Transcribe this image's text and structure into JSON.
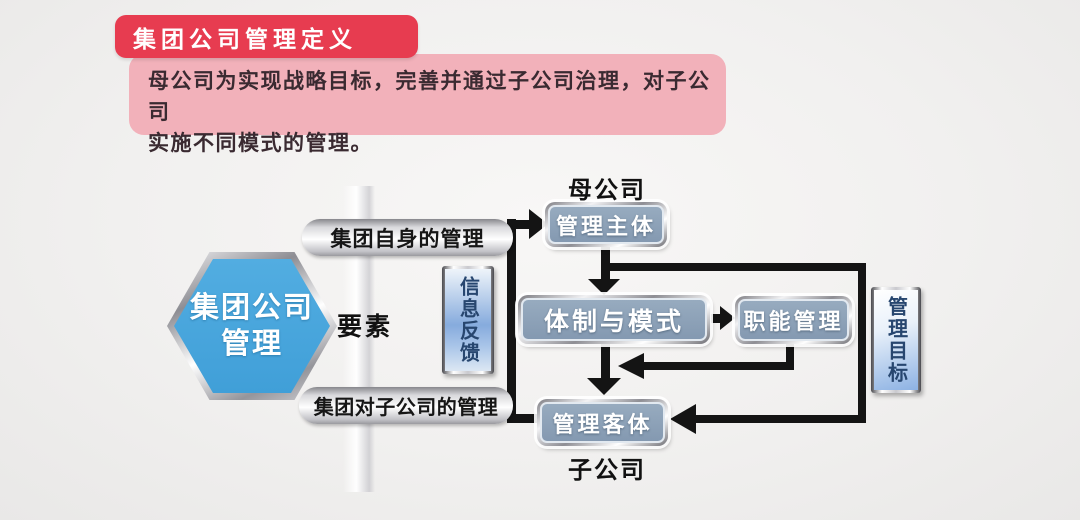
{
  "header": {
    "tab_title": "集团公司管理定义",
    "body_line1": "母公司为实现战略目标，完善并通过子公司治理，对子公司",
    "body_line2": "实施不同模式的管理。"
  },
  "hexagon": {
    "line1": "集团公司",
    "line2": "管理"
  },
  "labels": {
    "elements": "要素",
    "self_management_band": "集团自身的管理",
    "subsidiary_management_band": "集团对子公司的管理",
    "parent_company": "母公司",
    "subsidiary_company": "子公司",
    "info_feedback": "信息反馈",
    "management_goal": "管理目标"
  },
  "nodes": {
    "management_subject": "管理主体",
    "system_and_mode": "体制与模式",
    "functional_management": "职能管理",
    "management_object": "管理客体"
  },
  "colors": {
    "title_red": "#e73c50",
    "definition_pink": "#f2b1ba",
    "hexagon_blue": "#48a7de",
    "node_fill": "#8ca1b7",
    "arrow_black": "#141414",
    "vertical_text_blue": "#27466f"
  }
}
